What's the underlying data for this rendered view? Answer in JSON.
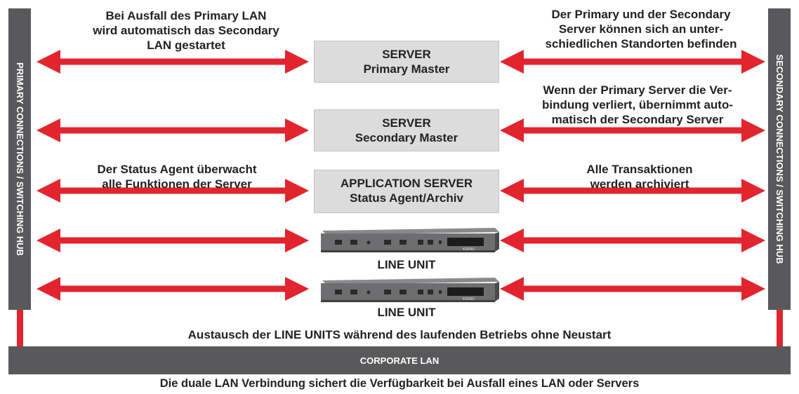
{
  "sidebars": {
    "left": "PRIMARY CONNECTIONS / SWITCHING HUB",
    "right": "SECONDARY CONNECTIONS / SWITCHING HUB"
  },
  "servers": [
    {
      "line1": "SERVER",
      "line2": "Primary Master"
    },
    {
      "line1": "SERVER",
      "line2": "Secondary Master"
    },
    {
      "line1": "APPLICATION SERVER",
      "line2": "Status Agent/Archiv"
    }
  ],
  "line_units": [
    {
      "label": "LINE UNIT",
      "brand": "KOFAX"
    },
    {
      "label": "LINE UNIT",
      "brand": "KOFAX"
    }
  ],
  "notes": {
    "left_top": [
      "Bei Ausfall des Primary LAN",
      "wird automatisch das Secondary",
      "LAN gestartet"
    ],
    "right_top": [
      "Der Primary und der Secondary",
      "Server können sich an unter-",
      "schiedlichen Standorten befinden"
    ],
    "right_mid": [
      "Wenn der Primary Server die Ver-",
      "bindung verliert, übernimmt auto-",
      "matisch der Secondary Server"
    ],
    "left_status": [
      "Der Status Agent überwacht",
      "alle Funktionen der Server"
    ],
    "right_status": [
      "Alle Transaktionen",
      "werden archiviert"
    ]
  },
  "exchange_text": "Austausch der LINE UNITS während des laufenden Betriebs ohne Neustart",
  "corporate_lan": "CORPORATE LAN",
  "caption": "Die duale LAN Verbindung sichert die Verfügbarkeit bei Ausfall eines LAN oder Servers",
  "colors": {
    "arrow": "#e2242e",
    "bar": "#59595b",
    "server_box": "#dcdcdc"
  }
}
